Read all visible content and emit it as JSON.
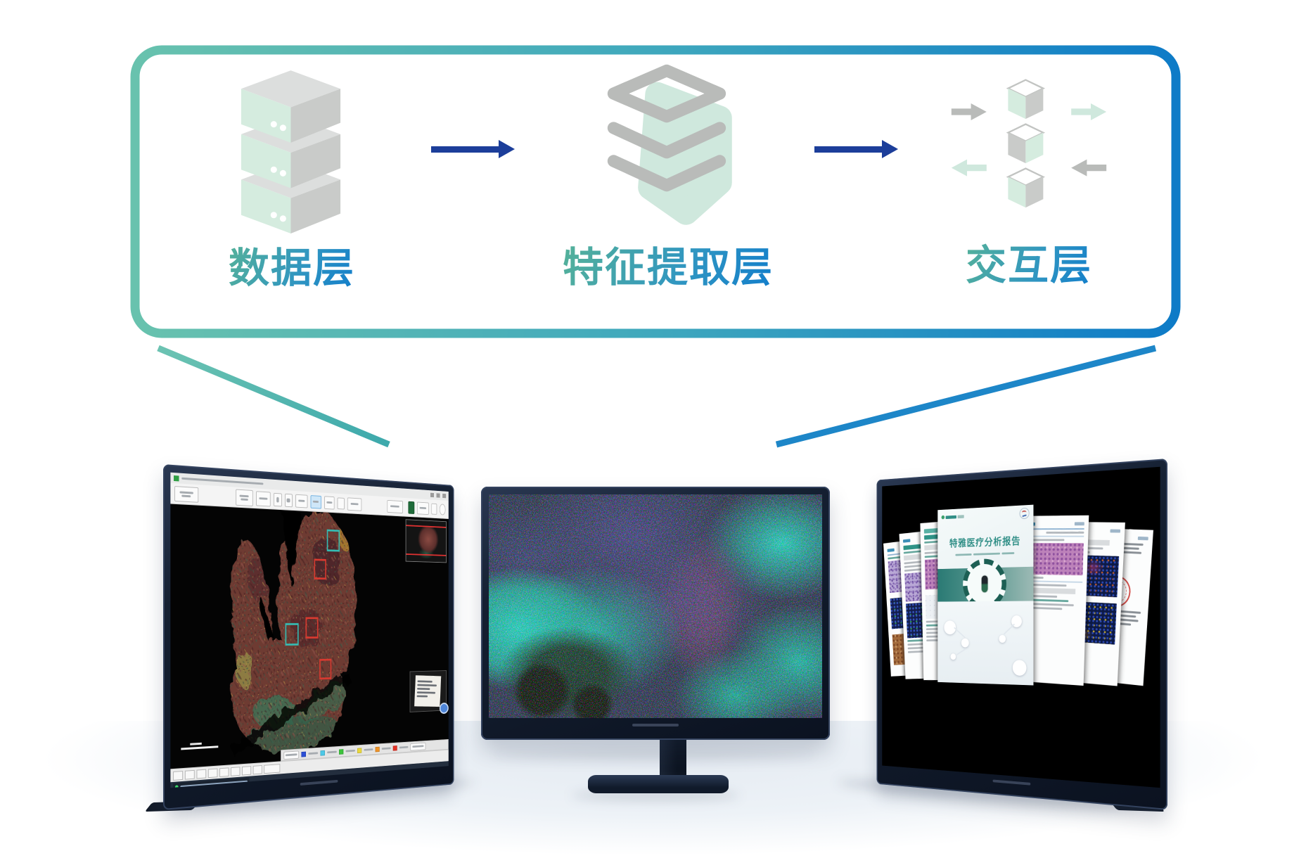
{
  "diagram": {
    "nodes": [
      {
        "id": "data-layer",
        "label": "数据层",
        "icon": "server-stack-icon"
      },
      {
        "id": "feature-extraction-layer",
        "label": "特征提取层",
        "icon": "feature-layers-icon"
      },
      {
        "id": "interaction-layer",
        "label": "交互层",
        "icon": "io-cubes-icon"
      }
    ],
    "flow_arrow_color": "#1c3e9a",
    "frame_gradient": [
      "#68c2ae",
      "#3fa8bd",
      "#0e7bc7"
    ],
    "label_gradient": [
      "#53b09b",
      "#117dcb"
    ],
    "connector_left_color": "#57b7ab",
    "connector_right_color": "#1d86c8",
    "icon_palette": {
      "mint": "#d5ecdf",
      "gray_side": "#c9cbc9",
      "gray_top": "#dcdedd",
      "outline_gray": "#b9bbb9"
    }
  },
  "monitors": {
    "left": {
      "app": "whole-slide-pathology-viewer",
      "channel_swatches": [
        "#2b4fd7",
        "#4cc9e8",
        "#3dc43d",
        "#ead83c",
        "#ef9428",
        "#e33226"
      ],
      "roi_teal": "#35bdb4",
      "roi_red": "#d93a30",
      "minimap_line_color": "#e03131"
    },
    "middle": {
      "app": "multiplex-fluorescence-image"
    },
    "right": {
      "app": "report-gallery",
      "report_title": "特雅医疗分析报告",
      "stamp_color": "#cc3b36",
      "band_gradient": [
        "#2a7a74",
        "#9dbab5"
      ]
    }
  }
}
